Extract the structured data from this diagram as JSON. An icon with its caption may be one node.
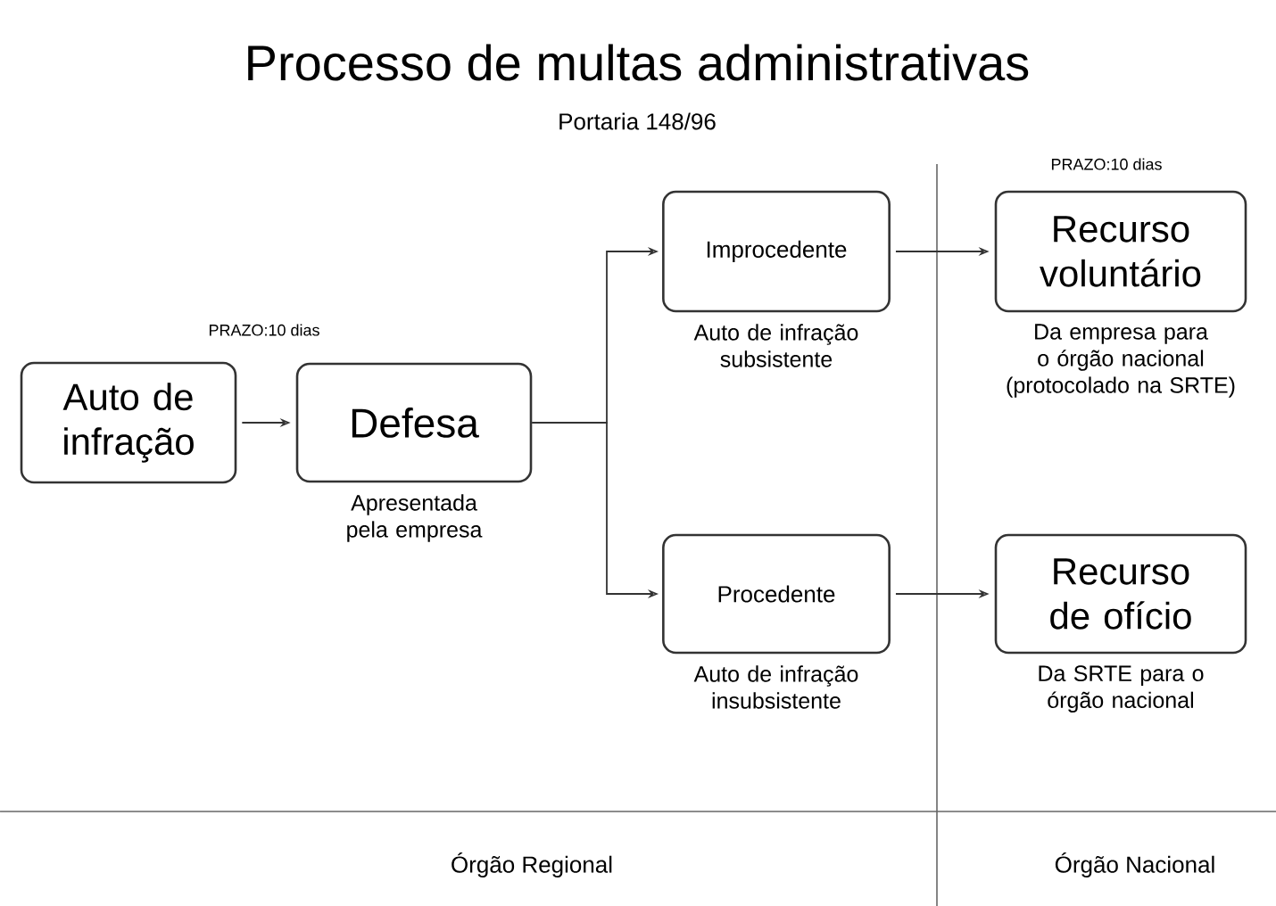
{
  "diagram": {
    "title": "Processo de multas administrativas",
    "nodes": [
      {
        "text": [
          "Auto de infração"
        ]
      },
      {
        "text": [
          "Defesa"
        ],
        "beside": [
          "Apresentada pela empresa"
        ]
      },
      {
        "text": [
          "Improcedente"
        ],
        "beside": [
          "Auto de infração subsistente"
        ]
      },
      {
        "text": [
          "Procedente"
        ],
        "beside": [
          "Auto de infração insubsistente"
        ]
      },
      {
        "text": [
          "Recurso voluntário"
        ],
        "beside": [
          "Da empresa para o órgão nacional (protocolado na SRTE)"
        ]
      },
      {
        "text": [
          "Recurso de ofício"
        ],
        "beside": [
          "Da SRTE para o órgão nacional"
        ]
      }
    ],
    "edges": [
      {
        "from": 0,
        "to": 1,
        "arrow": "to"
      },
      {
        "from": 1,
        "to": 2,
        "arrow": "to"
      },
      {
        "from": 1,
        "to": 3,
        "arrow": "to"
      },
      {
        "from": 2,
        "to": 4,
        "arrow": "to"
      },
      {
        "from": 3,
        "to": 5,
        "arrow": "to"
      }
    ],
    "labels": [
      "Portaria 148/96",
      "PRAZO:10 dias",
      "PRAZO:10 dias",
      "Órgão Regional",
      "Órgão Nacional"
    ]
  }
}
